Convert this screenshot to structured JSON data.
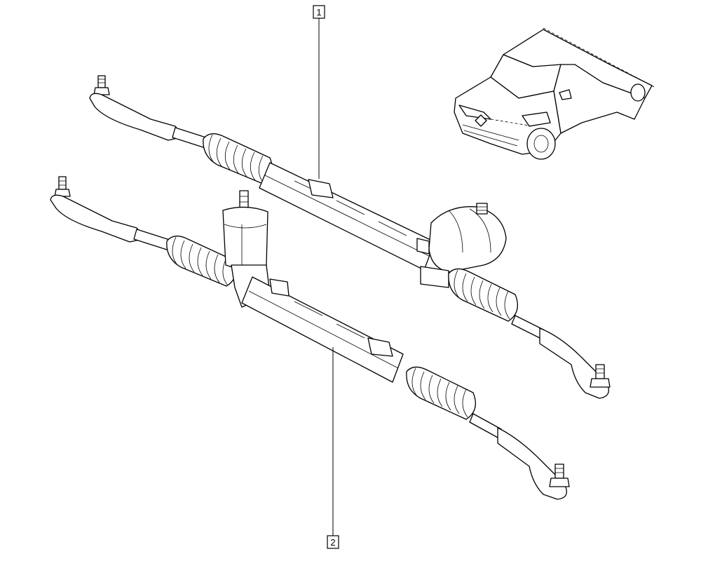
{
  "callouts": [
    {
      "id": "1",
      "label": "1"
    },
    {
      "id": "2",
      "label": "2"
    }
  ],
  "parts": [
    {
      "name": "steering-rack-assembly-1",
      "callout": "1"
    },
    {
      "name": "steering-rack-assembly-2",
      "callout": "2"
    }
  ],
  "colors": {
    "line": "#000000",
    "background": "#ffffff"
  }
}
